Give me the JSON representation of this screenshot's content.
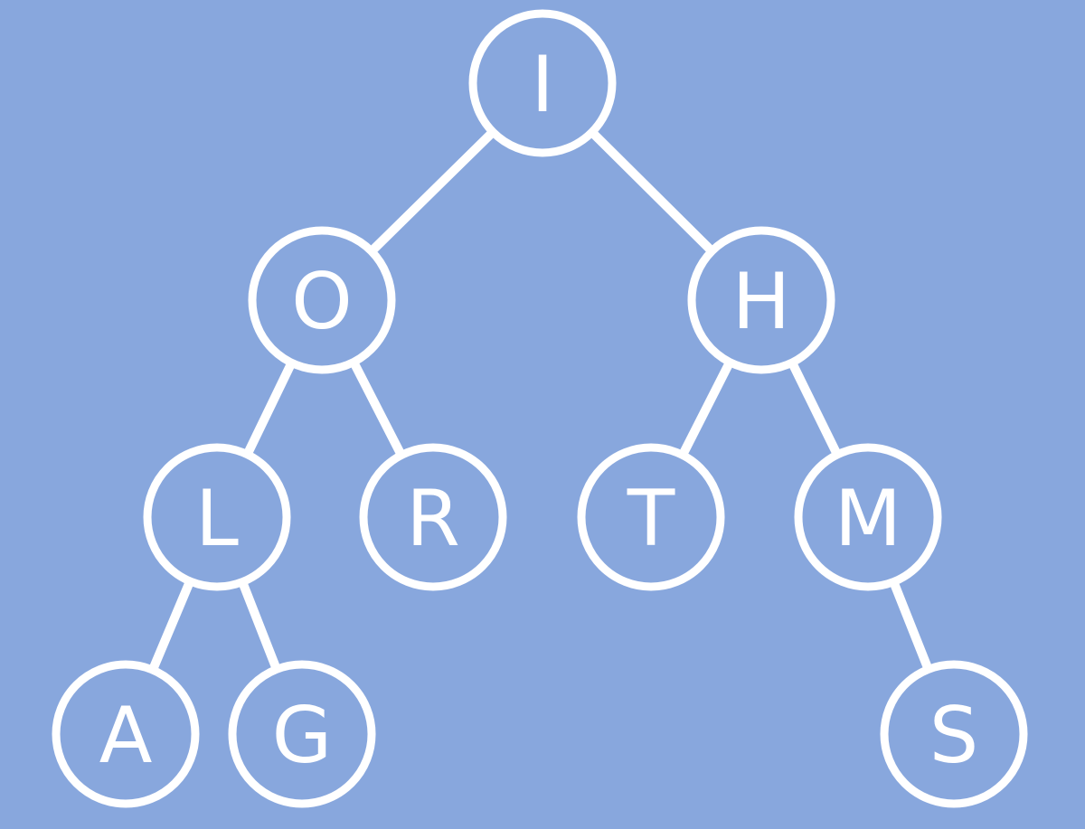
{
  "diagram": {
    "type": "binary-tree",
    "colors": {
      "background": "#88a7dd",
      "stroke": "#ffffff",
      "text": "#ffffff"
    },
    "nodes": [
      {
        "id": "I",
        "label": "I"
      },
      {
        "id": "O",
        "label": "O"
      },
      {
        "id": "H",
        "label": "H"
      },
      {
        "id": "L",
        "label": "L"
      },
      {
        "id": "R",
        "label": "R"
      },
      {
        "id": "T",
        "label": "T"
      },
      {
        "id": "M",
        "label": "M"
      },
      {
        "id": "A",
        "label": "A"
      },
      {
        "id": "G",
        "label": "G"
      },
      {
        "id": "S",
        "label": "S"
      }
    ],
    "edges": [
      {
        "from": "I",
        "to": "O"
      },
      {
        "from": "I",
        "to": "H"
      },
      {
        "from": "O",
        "to": "L"
      },
      {
        "from": "O",
        "to": "R"
      },
      {
        "from": "H",
        "to": "T"
      },
      {
        "from": "H",
        "to": "M"
      },
      {
        "from": "L",
        "to": "A"
      },
      {
        "from": "L",
        "to": "G"
      },
      {
        "from": "M",
        "to": "S"
      }
    ]
  }
}
